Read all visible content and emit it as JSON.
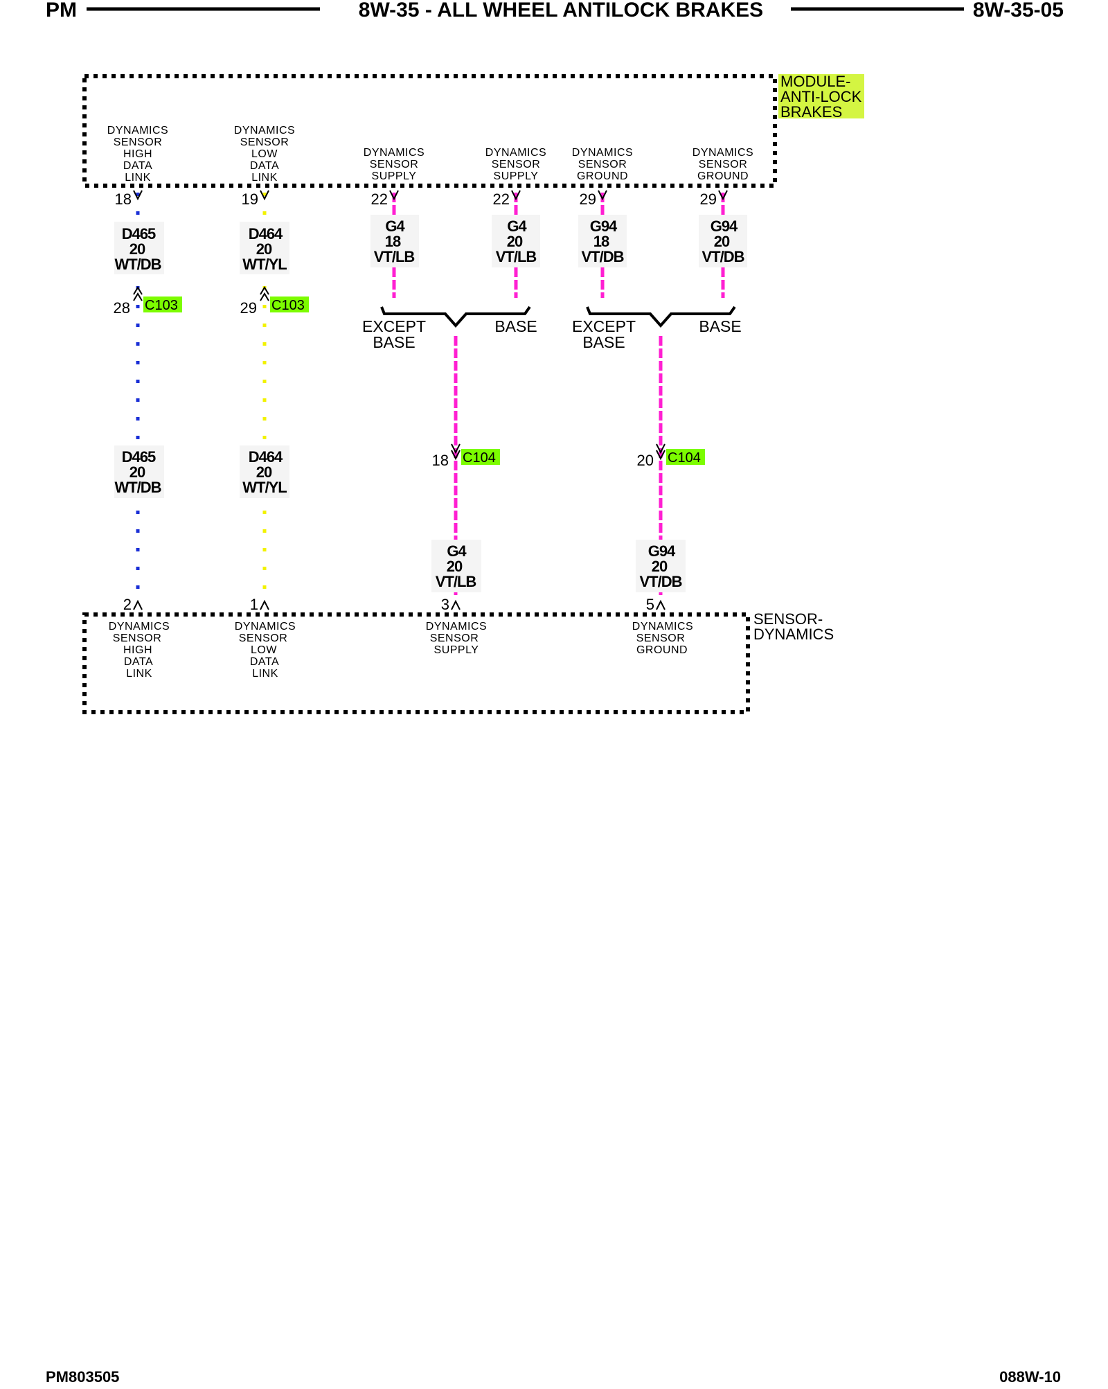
{
  "header": {
    "left": "PM",
    "title": "8W-35 - ALL WHEEL ANTILOCK BRAKES",
    "page": "8W-35-05"
  },
  "footer": {
    "left": "PM803505",
    "right": "088W-10"
  },
  "components": {
    "module": {
      "lines": [
        "MODULE-",
        "ANTI-LOCK",
        "BRAKES"
      ],
      "highlight": "#d4f542"
    },
    "sensor": {
      "lines": [
        "SENSOR-",
        "DYNAMICS"
      ]
    }
  },
  "module_pins": [
    {
      "pin": "18",
      "label": [
        "DYNAMICS",
        "SENSOR",
        "HIGH",
        "DATA",
        "LINK"
      ]
    },
    {
      "pin": "19",
      "label": [
        "DYNAMICS",
        "SENSOR",
        "LOW",
        "DATA",
        "LINK"
      ]
    },
    {
      "pin": "22",
      "label": [
        "DYNAMICS",
        "SENSOR",
        "SUPPLY"
      ]
    },
    {
      "pin": "22",
      "label": [
        "DYNAMICS",
        "SENSOR",
        "SUPPLY"
      ]
    },
    {
      "pin": "29",
      "label": [
        "DYNAMICS",
        "SENSOR",
        "GROUND"
      ]
    },
    {
      "pin": "29",
      "label": [
        "DYNAMICS",
        "SENSOR",
        "GROUND"
      ]
    }
  ],
  "upper_wires": [
    {
      "circuit": "D465",
      "gauge": "20",
      "color": "WT/DB"
    },
    {
      "circuit": "D464",
      "gauge": "20",
      "color": "WT/YL"
    },
    {
      "circuit": "G4",
      "gauge": "18",
      "color": "VT/LB"
    },
    {
      "circuit": "G4",
      "gauge": "20",
      "color": "VT/LB"
    },
    {
      "circuit": "G94",
      "gauge": "18",
      "color": "VT/DB"
    },
    {
      "circuit": "G94",
      "gauge": "20",
      "color": "VT/DB"
    }
  ],
  "inline_connectors": [
    {
      "pin": "28",
      "name": "C103"
    },
    {
      "pin": "29",
      "name": "C103"
    },
    {
      "pin": "18",
      "name": "C104"
    },
    {
      "pin": "20",
      "name": "C104"
    }
  ],
  "connector_highlight": "#7cfc00",
  "branches": [
    {
      "left": [
        "EXCEPT",
        "BASE"
      ],
      "right": "BASE"
    },
    {
      "left": [
        "EXCEPT",
        "BASE"
      ],
      "right": "BASE"
    }
  ],
  "mid_wires": [
    {
      "circuit": "D465",
      "gauge": "20",
      "color": "WT/DB"
    },
    {
      "circuit": "D464",
      "gauge": "20",
      "color": "WT/YL"
    }
  ],
  "lower_wires": [
    {
      "circuit": "G4",
      "gauge": "20",
      "color": "VT/LB"
    },
    {
      "circuit": "G94",
      "gauge": "20",
      "color": "VT/DB"
    }
  ],
  "sensor_pins": [
    {
      "pin": "2",
      "label": [
        "DYNAMICS",
        "SENSOR",
        "HIGH",
        "DATA",
        "LINK"
      ]
    },
    {
      "pin": "1",
      "label": [
        "DYNAMICS",
        "SENSOR",
        "LOW",
        "DATA",
        "LINK"
      ]
    },
    {
      "pin": "3",
      "label": [
        "DYNAMICS",
        "SENSOR",
        "SUPPLY"
      ]
    },
    {
      "pin": "5",
      "label": [
        "DYNAMICS",
        "SENSOR",
        "GROUND"
      ]
    }
  ],
  "wire_colors": {
    "wt_db": "#1a2fd6",
    "wt_yl": "#f2f200",
    "vt": "#ff1fd2"
  }
}
